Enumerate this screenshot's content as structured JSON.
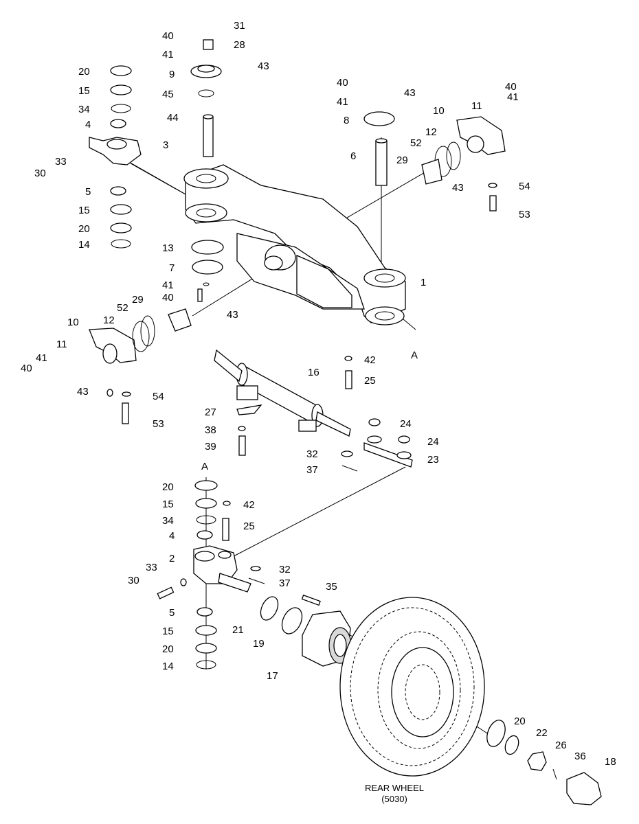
{
  "caption": {
    "line1": "REAR WHEEL",
    "line2": "(5030)"
  },
  "ref_labels": [
    "A",
    "A"
  ],
  "callouts": [
    "40",
    "31",
    "41",
    "28",
    "9",
    "43",
    "45",
    "44",
    "20",
    "15",
    "34",
    "4",
    "3",
    "33",
    "30",
    "5",
    "15",
    "20",
    "14",
    "13",
    "7",
    "41",
    "40",
    "43",
    "29",
    "52",
    "12",
    "10",
    "11",
    "41",
    "40",
    "43",
    "54",
    "53",
    "40",
    "41",
    "43",
    "8",
    "6",
    "1",
    "A",
    "10",
    "11",
    "41",
    "40",
    "12",
    "52",
    "29",
    "43",
    "54",
    "53",
    "16",
    "42",
    "25",
    "27",
    "38",
    "39",
    "32",
    "37",
    "24",
    "24",
    "23",
    "20",
    "15",
    "34",
    "4",
    "2",
    "33",
    "30",
    "5",
    "15",
    "20",
    "14",
    "42",
    "25",
    "32",
    "37",
    "35",
    "21",
    "19",
    "17",
    "20",
    "22",
    "26",
    "36",
    "18"
  ]
}
